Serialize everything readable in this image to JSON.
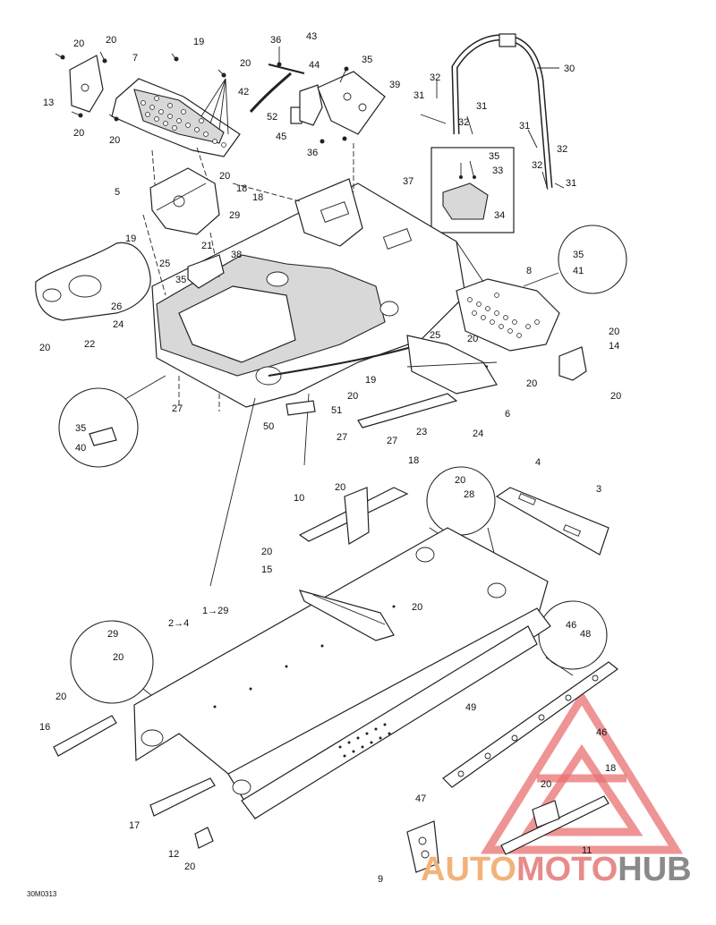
{
  "figure": {
    "drawing_code": "30M0313",
    "callouts": [
      {
        "id": "c20a",
        "text": "20"
      },
      {
        "id": "c20b",
        "text": "20"
      },
      {
        "id": "c19a",
        "text": "19"
      },
      {
        "id": "c7",
        "text": "7"
      },
      {
        "id": "c20c",
        "text": "20"
      },
      {
        "id": "c13",
        "text": "13"
      },
      {
        "id": "c20d",
        "text": "20"
      },
      {
        "id": "c20e",
        "text": "20"
      },
      {
        "id": "c36a",
        "text": "36"
      },
      {
        "id": "c43",
        "text": "43"
      },
      {
        "id": "c44",
        "text": "44"
      },
      {
        "id": "c35a",
        "text": "35"
      },
      {
        "id": "c42",
        "text": "42"
      },
      {
        "id": "c39",
        "text": "39"
      },
      {
        "id": "c52",
        "text": "52"
      },
      {
        "id": "c45",
        "text": "45"
      },
      {
        "id": "c36b",
        "text": "36"
      },
      {
        "id": "c30",
        "text": "30"
      },
      {
        "id": "c32a",
        "text": "32"
      },
      {
        "id": "c31a",
        "text": "31"
      },
      {
        "id": "c31b",
        "text": "31"
      },
      {
        "id": "c32b",
        "text": "32"
      },
      {
        "id": "c31c",
        "text": "31"
      },
      {
        "id": "c32c",
        "text": "32"
      },
      {
        "id": "c32d",
        "text": "32"
      },
      {
        "id": "c31d",
        "text": "31"
      },
      {
        "id": "c20f",
        "text": "20"
      },
      {
        "id": "c5",
        "text": "5"
      },
      {
        "id": "c18a",
        "text": "18"
      },
      {
        "id": "c18b",
        "text": "18"
      },
      {
        "id": "c37",
        "text": "37"
      },
      {
        "id": "c35b",
        "text": "35"
      },
      {
        "id": "c33",
        "text": "33"
      },
      {
        "id": "c34",
        "text": "34"
      },
      {
        "id": "c29a",
        "text": "29"
      },
      {
        "id": "c19b",
        "text": "19"
      },
      {
        "id": "c21",
        "text": "21"
      },
      {
        "id": "c38",
        "text": "38"
      },
      {
        "id": "c25a",
        "text": "25"
      },
      {
        "id": "c35c",
        "text": "35"
      },
      {
        "id": "c35d",
        "text": "35"
      },
      {
        "id": "c41",
        "text": "41"
      },
      {
        "id": "c8",
        "text": "8"
      },
      {
        "id": "c26",
        "text": "26"
      },
      {
        "id": "c24a",
        "text": "24"
      },
      {
        "id": "c20g",
        "text": "20"
      },
      {
        "id": "c22",
        "text": "22"
      },
      {
        "id": "c20h",
        "text": "20"
      },
      {
        "id": "c14",
        "text": "14"
      },
      {
        "id": "c25b",
        "text": "25"
      },
      {
        "id": "c20i",
        "text": "20"
      },
      {
        "id": "c19c",
        "text": "19"
      },
      {
        "id": "c20j",
        "text": "20"
      },
      {
        "id": "c20k",
        "text": "20"
      },
      {
        "id": "c6",
        "text": "6"
      },
      {
        "id": "c35e",
        "text": "35"
      },
      {
        "id": "c40",
        "text": "40"
      },
      {
        "id": "c27a",
        "text": "27"
      },
      {
        "id": "c20l",
        "text": "20"
      },
      {
        "id": "c51",
        "text": "51"
      },
      {
        "id": "c50",
        "text": "50"
      },
      {
        "id": "c23",
        "text": "23"
      },
      {
        "id": "c24b",
        "text": "24"
      },
      {
        "id": "c27b",
        "text": "27"
      },
      {
        "id": "c27c",
        "text": "27"
      },
      {
        "id": "c18c",
        "text": "18"
      },
      {
        "id": "c20m",
        "text": "20"
      },
      {
        "id": "c10",
        "text": "10"
      },
      {
        "id": "c4",
        "text": "4"
      },
      {
        "id": "c20n",
        "text": "20"
      },
      {
        "id": "c28",
        "text": "28"
      },
      {
        "id": "c3",
        "text": "3"
      },
      {
        "id": "c20o",
        "text": "20"
      },
      {
        "id": "c15",
        "text": "15"
      },
      {
        "id": "c1to29",
        "text": "1→29"
      },
      {
        "id": "c20p",
        "text": "20"
      },
      {
        "id": "c2to4",
        "text": "2→4"
      },
      {
        "id": "c46a",
        "text": "46"
      },
      {
        "id": "c48",
        "text": "48"
      },
      {
        "id": "c29b",
        "text": "29"
      },
      {
        "id": "c20q",
        "text": "20"
      },
      {
        "id": "c20r",
        "text": "20"
      },
      {
        "id": "c49",
        "text": "49"
      },
      {
        "id": "c16",
        "text": "16"
      },
      {
        "id": "c46b",
        "text": "46"
      },
      {
        "id": "c18d",
        "text": "18"
      },
      {
        "id": "c47",
        "text": "47"
      },
      {
        "id": "c20s",
        "text": "20"
      },
      {
        "id": "c17",
        "text": "17"
      },
      {
        "id": "c12",
        "text": "12"
      },
      {
        "id": "c20t",
        "text": "20"
      },
      {
        "id": "c11",
        "text": "11"
      },
      {
        "id": "c9",
        "text": "9"
      }
    ]
  },
  "watermark": {
    "parts": [
      {
        "text": "AUTO",
        "color": "#f3b27a"
      },
      {
        "text": "MOTO",
        "color": "#e98a8a"
      },
      {
        "text": "HUB",
        "color": "#8a8a8a"
      }
    ]
  }
}
